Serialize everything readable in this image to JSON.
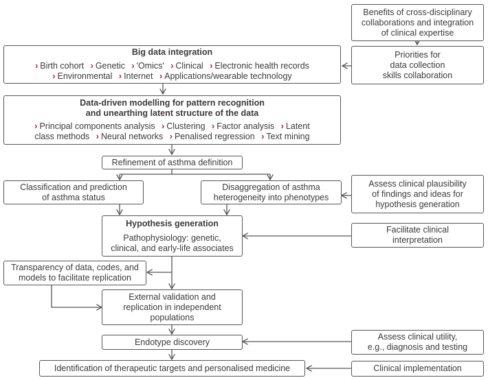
{
  "benefits_box": {
    "lines": [
      "Benefits of cross-disciplinary",
      "collaborations and integration",
      "of clinical expertise"
    ]
  },
  "big_data": {
    "title": "Big data integration",
    "row1": [
      "Birth cohort",
      "Genetic",
      "'Omics'",
      "Clinical",
      "Electronic health records"
    ],
    "row2": [
      "Environmental",
      "Internet",
      "Applications/wearable technology"
    ]
  },
  "priorities": {
    "lines": [
      "Priorities for",
      "data collection",
      "skills collaboration"
    ]
  },
  "modelling": {
    "title_lines": [
      "Data-driven modelling for pattern recognition",
      "and unearthing latent structure of the data"
    ],
    "row1": [
      "Principal components analysis",
      "Clustering",
      "Factor analysis",
      "Latent"
    ],
    "row2_lead": "class methods",
    "row2": [
      "Neural networks",
      "Penalised regression",
      "Text mining"
    ]
  },
  "refinement": {
    "label": "Refinement of asthma definition"
  },
  "classification": {
    "lines": [
      "Classification and prediction",
      "of asthma status"
    ]
  },
  "disaggregation": {
    "lines": [
      "Disaggregation of asthma",
      "heterogeneity into phenotypes"
    ]
  },
  "plausibility": {
    "lines": [
      "Assess clinical plausibility",
      "of findings and ideas for",
      "hypothesis generation"
    ]
  },
  "hypothesis": {
    "title": "Hypothesis generation",
    "lines": [
      "Pathophysiology: genetic,",
      "clinical, and early-life associates"
    ]
  },
  "facilitate": {
    "lines": [
      "Facilitate clinical",
      "interpretation"
    ]
  },
  "transparency": {
    "lines": [
      "Transparency of data, codes, and",
      "models to facilitate replication"
    ]
  },
  "validation": {
    "lines": [
      "External validation and",
      "replication in independent",
      "populations"
    ]
  },
  "endotype": {
    "label": "Endotype discovery"
  },
  "utility": {
    "lines": [
      "Assess clinical utility,",
      "e.g., diagnosis and testing"
    ]
  },
  "targets": {
    "label": "Identification of therapeutic targets and personalised medicine"
  },
  "implementation": {
    "label": "Clinical implementation"
  },
  "colors": {
    "chevron": "#c8102e",
    "border": "#555555",
    "text": "#3a3a3a"
  }
}
